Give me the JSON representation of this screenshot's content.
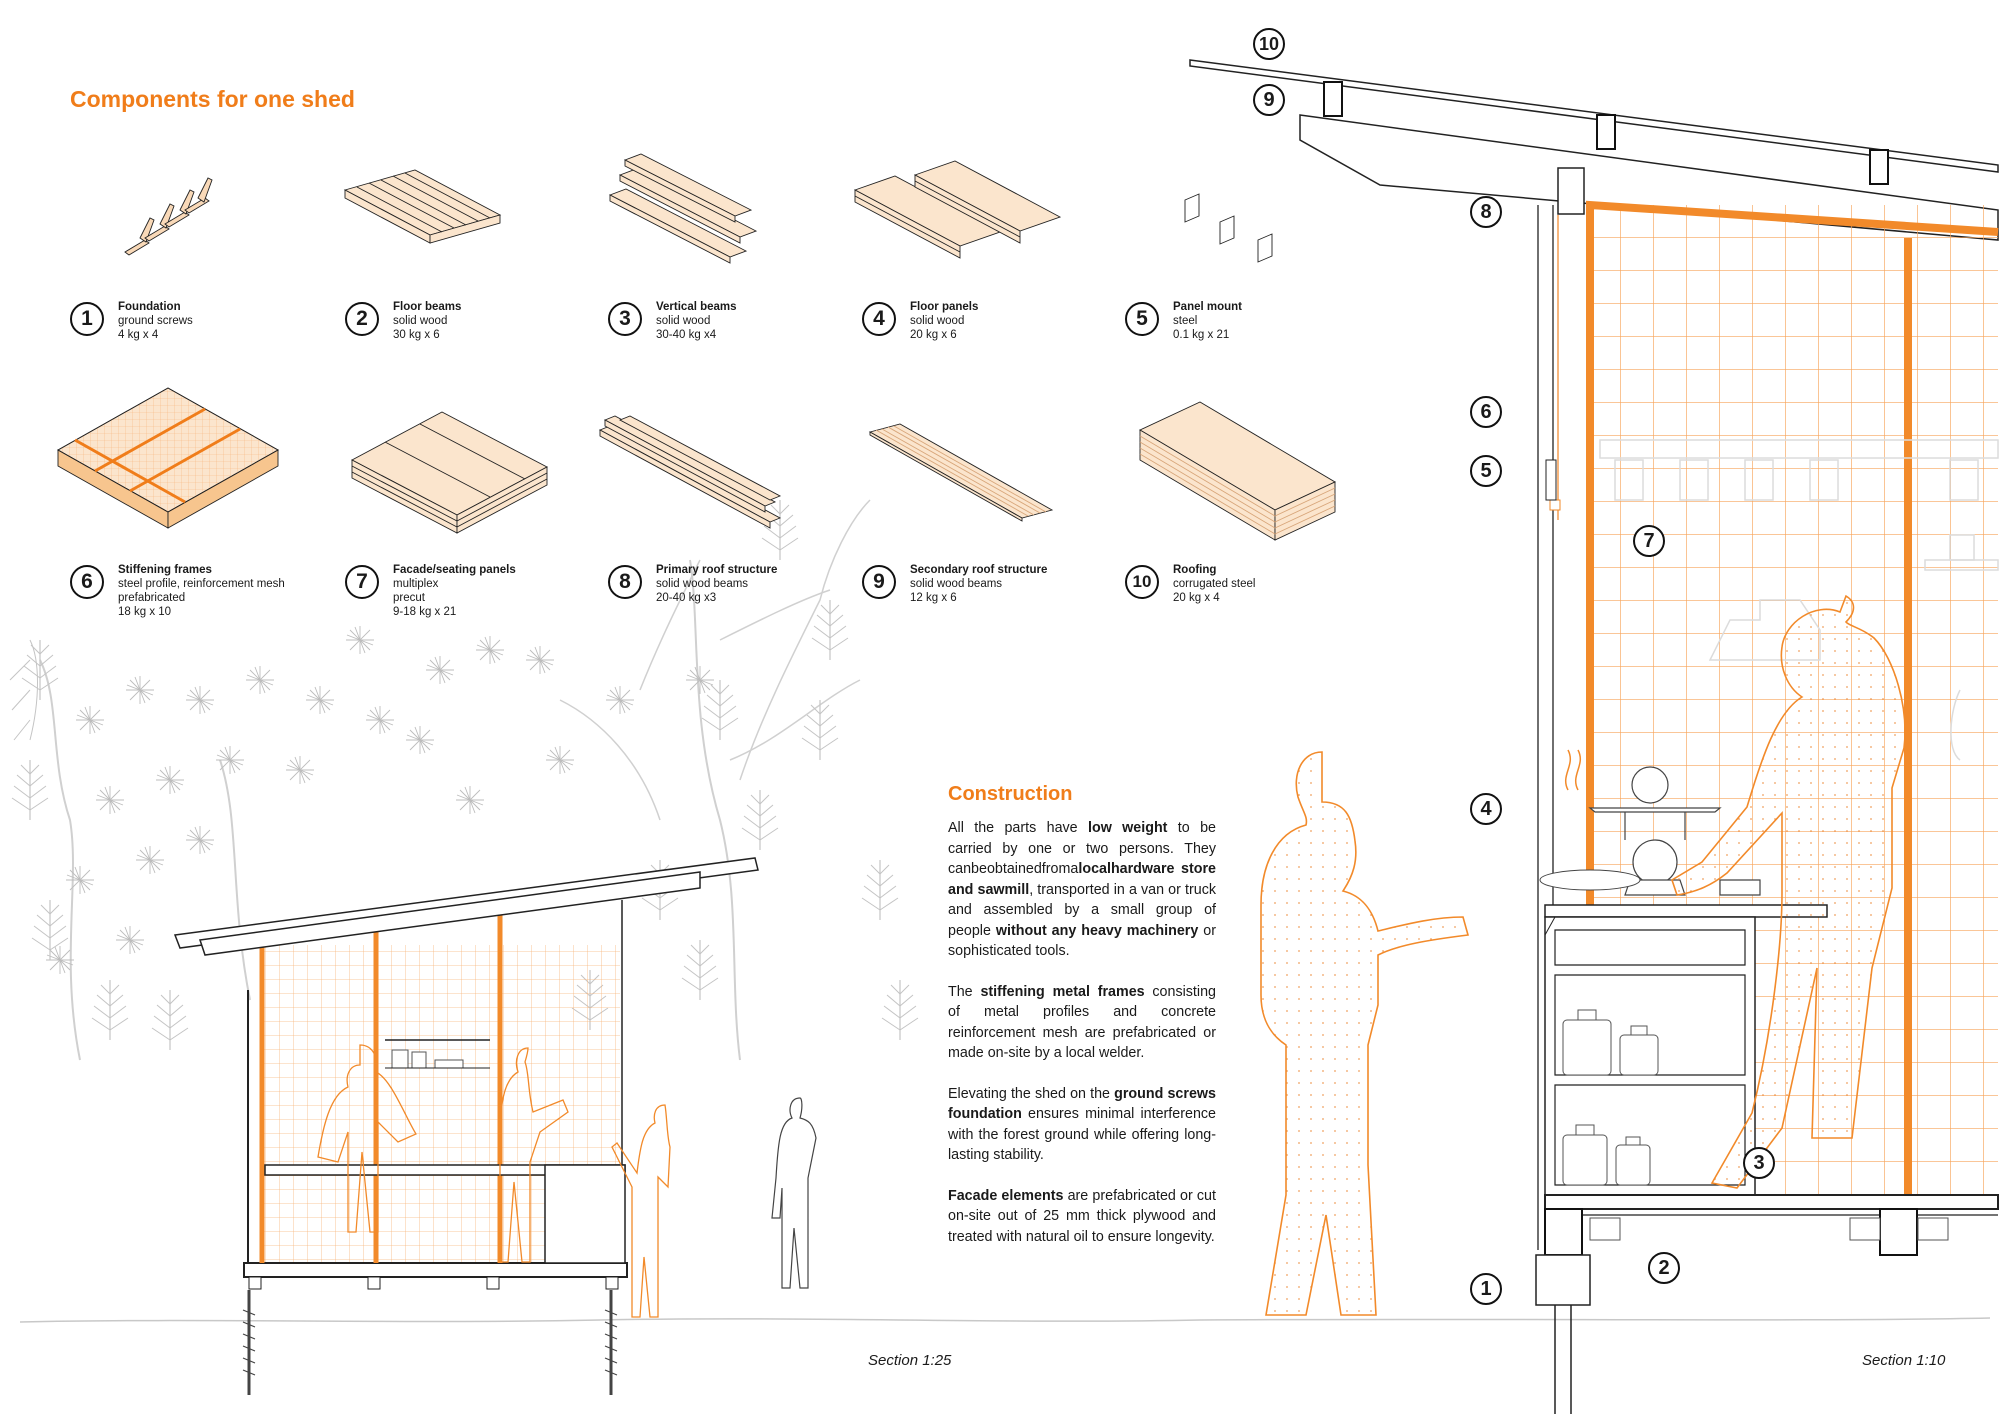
{
  "title": "Components for one shed",
  "components": [
    {
      "number": "1",
      "name": "Foundation",
      "lines": [
        "ground screws",
        "4 kg x 4"
      ]
    },
    {
      "number": "2",
      "name": "Floor beams",
      "lines": [
        "solid wood",
        "30 kg x 6"
      ]
    },
    {
      "number": "3",
      "name": "Vertical beams",
      "lines": [
        "solid wood",
        "30-40 kg x4"
      ]
    },
    {
      "number": "4",
      "name": "Floor panels",
      "lines": [
        "solid wood",
        "20 kg x 6"
      ]
    },
    {
      "number": "5",
      "name": "Panel mount",
      "lines": [
        "steel",
        "0.1 kg x 21"
      ]
    },
    {
      "number": "6",
      "name": "Stiffening frames",
      "lines": [
        "steel profile, reinforcement mesh",
        "prefabricated",
        "18 kg x 10"
      ]
    },
    {
      "number": "7",
      "name": "Facade/seating panels",
      "lines": [
        "multiplex",
        "precut",
        "9-18 kg x 21"
      ]
    },
    {
      "number": "8",
      "name": "Primary roof structure",
      "lines": [
        "solid wood beams",
        "20-40 kg x3"
      ]
    },
    {
      "number": "9",
      "name": "Secondary roof structure",
      "lines": [
        "solid wood beams",
        "12 kg x 6"
      ]
    },
    {
      "number": "10",
      "name": "Roofing",
      "lines": [
        "corrugated steel",
        "20 kg x 4"
      ]
    }
  ],
  "construction": {
    "heading": "Construction",
    "p1": [
      {
        "t": "All the parts have "
      },
      {
        "t": "low weight",
        "b": true
      },
      {
        "t": " to be carried by one or two persons. They canbeobtainedfroma"
      },
      {
        "t": "localhardware store and sawmill",
        "b": true
      },
      {
        "t": ", transported in a van or truck and assembled  by a small group of people "
      },
      {
        "t": "without any heavy machinery",
        "b": true
      },
      {
        "t": " or sophisticated tools."
      }
    ],
    "p2": [
      {
        "t": "The "
      },
      {
        "t": "stiffening metal frames",
        "b": true
      },
      {
        "t": " consisting of metal profiles and concrete reinforcement mesh are prefabricated or made on-site by a local welder."
      }
    ],
    "p3": [
      {
        "t": "Elevating the shed on the "
      },
      {
        "t": "ground screws foundation",
        "b": true
      },
      {
        "t": " ensures minimal interference with the forest ground while offering long-lasting stability."
      }
    ],
    "p4": [
      {
        "t": "Facade elements",
        "b": true
      },
      {
        "t": " are prefabricated or cut on-site out of 25 mm thick plywood and treated with natural oil to ensure longevity."
      }
    ]
  },
  "sections": {
    "left": "Section  1:25",
    "right": "Section  1:10"
  },
  "callouts_right": [
    "10",
    "9",
    "8",
    "6",
    "5",
    "7",
    "4",
    "3",
    "1",
    "2"
  ],
  "colors": {
    "accent": "#f07d1a",
    "grid": "#f7b67d",
    "ink": "#1a1a1a",
    "foliage": "#c4c4c4"
  }
}
